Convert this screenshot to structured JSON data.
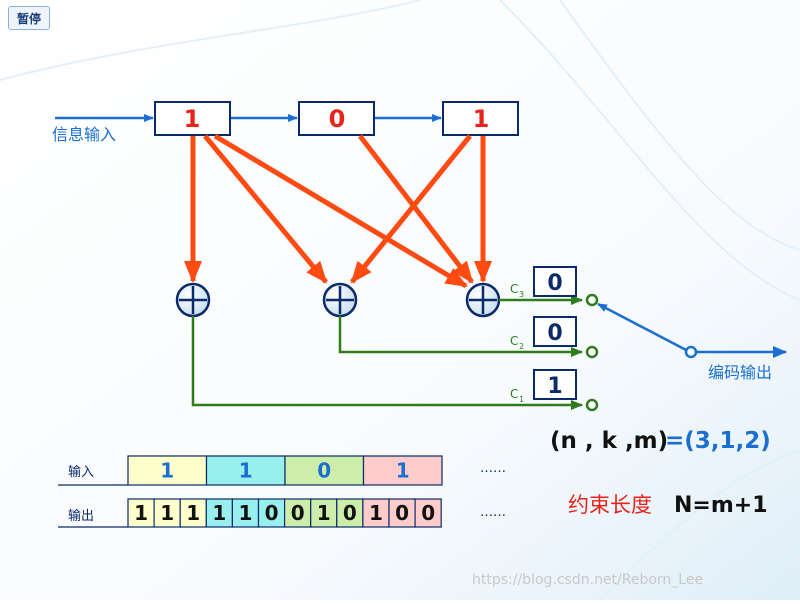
{
  "controls": {
    "pause_label": "暂停"
  },
  "labels": {
    "info_input": "信息输入",
    "code_output": "编码输出",
    "input_row": "输入",
    "output_row": "输出",
    "ellipsis": "……",
    "params": "(n , k ,m)",
    "params_value": "=(3,1,2)",
    "constraint_label": "约束长度",
    "constraint_formula": "N=m+1"
  },
  "registers": [
    "1",
    "0",
    "1"
  ],
  "outputs": [
    {
      "label": "C",
      "sub": "3",
      "value": "0"
    },
    {
      "label": "C",
      "sub": "2",
      "value": "0"
    },
    {
      "label": "C",
      "sub": "1",
      "value": "1"
    }
  ],
  "input_sequence": [
    {
      "bit": "1",
      "color": "#ffffcc"
    },
    {
      "bit": "1",
      "color": "#99eeee"
    },
    {
      "bit": "0",
      "color": "#cceeaa"
    },
    {
      "bit": "1",
      "color": "#ffcccc"
    }
  ],
  "output_sequence": [
    {
      "bit": "1",
      "color": "#ffffcc"
    },
    {
      "bit": "1",
      "color": "#ffffcc"
    },
    {
      "bit": "1",
      "color": "#ffffcc"
    },
    {
      "bit": "1",
      "color": "#99eeee"
    },
    {
      "bit": "1",
      "color": "#99eeee"
    },
    {
      "bit": "0",
      "color": "#99eeee"
    },
    {
      "bit": "0",
      "color": "#cceeaa"
    },
    {
      "bit": "1",
      "color": "#cceeaa"
    },
    {
      "bit": "0",
      "color": "#cceeaa"
    },
    {
      "bit": "1",
      "color": "#ffcccc"
    },
    {
      "bit": "0",
      "color": "#ffcccc"
    },
    {
      "bit": "0",
      "color": "#ffcccc"
    }
  ],
  "watermark": "https://blog.csdn.net/Reborn_Lee",
  "colors": {
    "blue": "#1a6fd0",
    "red": "#ff4a12",
    "green": "#2e7d1a",
    "dark": "#0a2a6a",
    "reg_text": "#e8241a"
  }
}
